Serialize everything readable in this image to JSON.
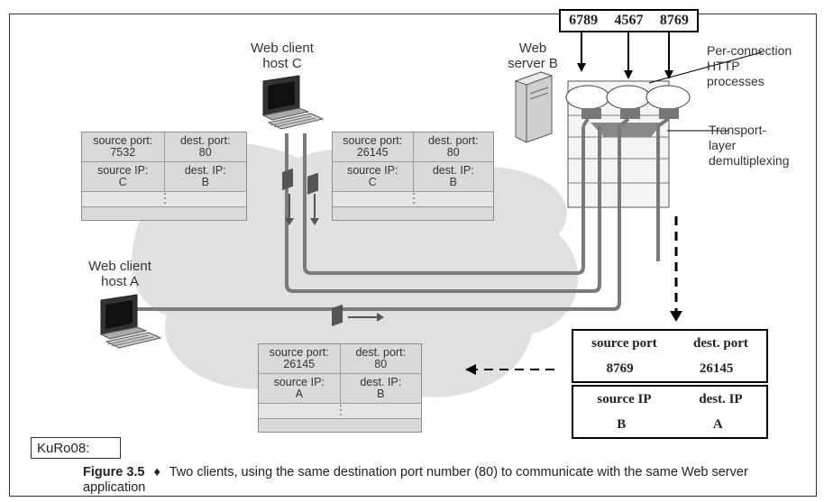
{
  "labels": {
    "host_c": "Web client\nhost C",
    "host_a": "Web client\nhost A",
    "server_b": "Web\nserver B",
    "per_connection": "Per-connection\nHTTP\nprocesses",
    "transport": "Transport-\nlayer\ndemultiplexing"
  },
  "ports_box": [
    "6789",
    "4567",
    "8769"
  ],
  "segments": {
    "c1": {
      "src_port_label": "source port:",
      "src_port": "7532",
      "dst_port_label": "dest. port:",
      "dst_port": "80",
      "src_ip_label": "source IP:",
      "src_ip": "C",
      "dst_ip_label": "dest. IP:",
      "dst_ip": "B"
    },
    "c2": {
      "src_port_label": "source port:",
      "src_port": "26145",
      "dst_port_label": "dest. port:",
      "dst_port": "80",
      "src_ip_label": "source IP:",
      "src_ip": "C",
      "dst_ip_label": "dest. IP:",
      "dst_ip": "B"
    },
    "a": {
      "src_port_label": "source port:",
      "src_port": "26145",
      "dst_port_label": "dest. port:",
      "dst_port": "80",
      "src_ip_label": "source IP:",
      "src_ip": "A",
      "dst_ip_label": "dest. IP:",
      "dst_ip": "B"
    }
  },
  "reply": {
    "src_port_label": "source port",
    "dst_port_label": "dest. port",
    "src_port": "8769",
    "dst_port": "26145",
    "src_ip_label": "source IP",
    "dst_ip_label": "dest. IP",
    "src_ip": "B",
    "dst_ip": "A"
  },
  "tag": "KuRo08:",
  "caption": {
    "figure": "Figure 3.5",
    "bullet": "♦",
    "text": "Two clients, using the same destination port number (80) to communicate with the same Web server application"
  }
}
